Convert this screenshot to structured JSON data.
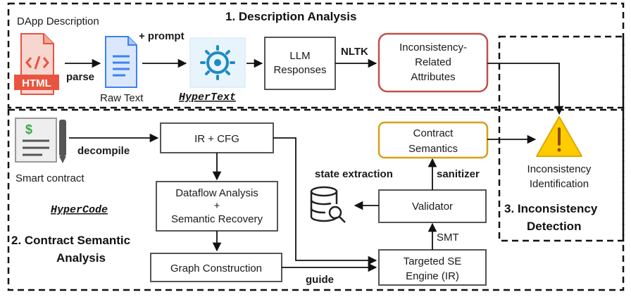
{
  "section1": {
    "title": "1. Description Analysis",
    "dapp_label": "DApp Description",
    "html_icon_text": "HTML",
    "parse_label": "parse",
    "raw_text_label": "Raw Text",
    "prompt_label": "+ prompt",
    "hypertext_label": "HyperText",
    "llm_line1": "LLM",
    "llm_line2": "Responses",
    "nltk_label": "NLTK",
    "attr_line1": "Inconsistency-",
    "attr_line2": "Related",
    "attr_line3": "Attributes"
  },
  "section2": {
    "title_line1": "2. Contract Semantic",
    "title_line2": "Analysis",
    "smart_contract_label": "Smart contract",
    "decompile_label": "decompile",
    "ir_cfg_label": "IR + CFG",
    "dataflow_line1": "Dataflow Analysis",
    "dataflow_line2": "+",
    "dataflow_line3": "Semantic Recovery",
    "hypercode_label": "HyperCode",
    "graph_label": "Graph Construction",
    "guide_label": "guide",
    "se_line1": "Targeted SE",
    "se_line2": "Engine (IR)",
    "smt_label": "SMT",
    "validator_label": "Validator",
    "state_extraction_label": "state extraction",
    "sanitizer_label": "sanitizer",
    "semantics_line1": "Contract",
    "semantics_line2": "Semantics"
  },
  "section3": {
    "title_line1": "3. Inconsistency",
    "title_line2": "Detection",
    "ident_line1": "Inconsistency",
    "ident_line2": "Identification"
  },
  "colors": {
    "attr_border": "#c0504d",
    "semantics_border": "#d4a017",
    "warning_fill": "#ffcc00",
    "hypertext_icon": "#1e8bc3",
    "html_icon": "#e8543f",
    "doc_icon": "#3b82f6"
  },
  "icons": {
    "html_file": "html-file-icon",
    "raw_text": "document-icon",
    "hypertext": "hypertext-logo-icon",
    "smart_contract": "contract-scroll-icon",
    "database_search": "database-search-icon",
    "warning": "warning-triangle-icon"
  }
}
